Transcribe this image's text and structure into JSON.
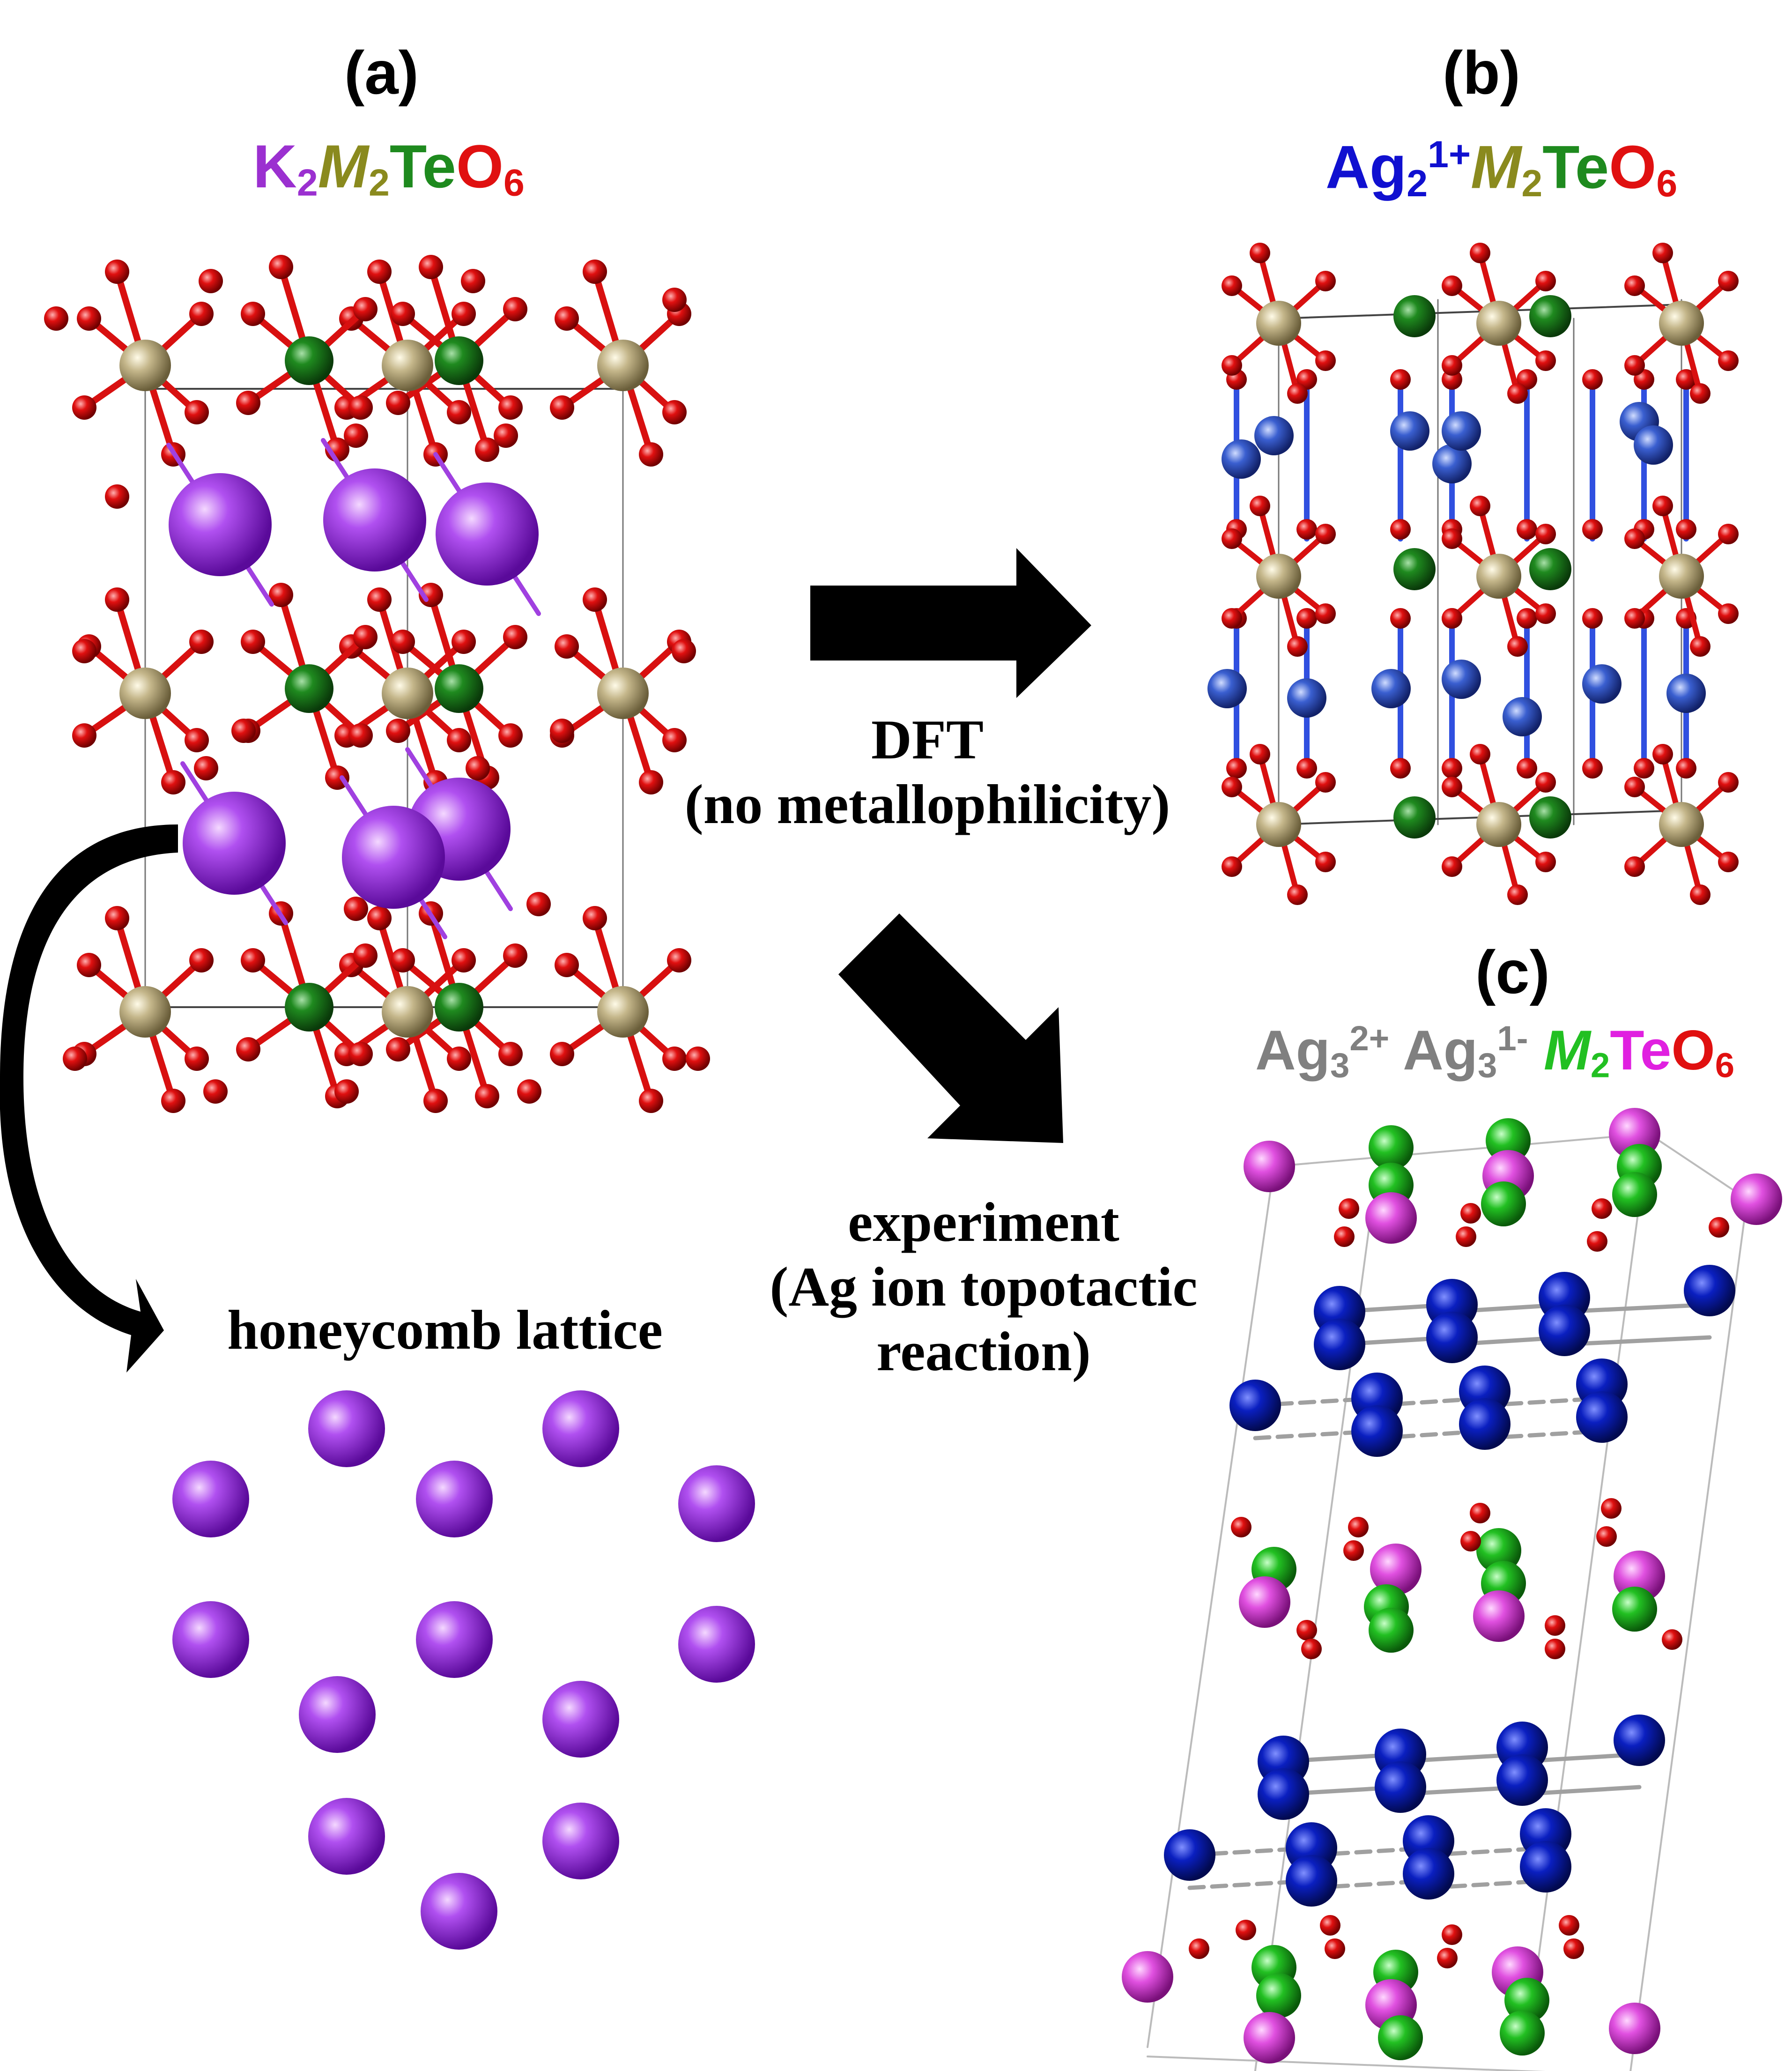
{
  "panels": {
    "a": {
      "tag": "(a)",
      "formula": {
        "p1": "K",
        "s1": "2",
        "p2": "M",
        "s2": "2",
        "p3": "Te",
        "p4": "O",
        "s4": "6"
      }
    },
    "b": {
      "tag": "(b)",
      "formula": {
        "p1": "Ag",
        "s1": "2",
        "sup1": "1+",
        "p2": "M",
        "s2": "2",
        "p3": "Te",
        "p4": "O",
        "s4": "6"
      }
    },
    "c": {
      "tag": "(c)",
      "formula": {
        "p1": "Ag",
        "s1": "3",
        "sup1": "2+",
        "p2": "Ag",
        "s2": "3",
        "sup2": "1-",
        "p3": "M",
        "s3": "2",
        "p4": "Te",
        "p5": "O",
        "s5": "6"
      }
    }
  },
  "arrows": {
    "dft_line1": "DFT",
    "dft_line2": "(no metallophilicity)",
    "exp_line1": "experiment",
    "exp_line2": "(Ag  ion topotactic",
    "exp_line3": "reaction)",
    "honeycomb": "honeycomb lattice"
  },
  "colors": {
    "potassium": "#8a2be2",
    "transition_metal_M": "#1e7a1e",
    "tellurium": "#b8a878",
    "oxygen": "#e01010",
    "silver_b": "#3a5fd0",
    "silver_c": "#0a1fb0",
    "c_M": "#22c022",
    "c_Te": "#e040e0",
    "label_M": "#8a8a1e",
    "label_Ag_c": "#808080"
  }
}
